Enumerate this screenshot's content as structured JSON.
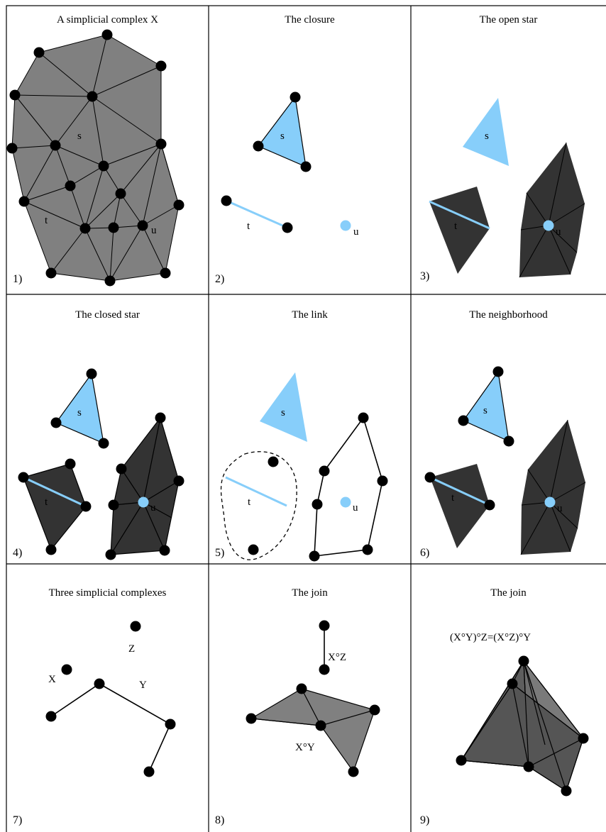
{
  "colors": {
    "gray_fill": "#808080",
    "dark_fill": "#333333",
    "highlight": "#87cefa",
    "vertex": "#000000",
    "grid": "#000000"
  },
  "panels": [
    {
      "number": "1)",
      "title": "A simplicial complex X",
      "labels": {
        "s": "s",
        "t": "t",
        "u": "u"
      }
    },
    {
      "number": "2)",
      "title": "The closure",
      "labels": {
        "s": "s",
        "t": "t",
        "u": "u"
      }
    },
    {
      "number": "3)",
      "title": "The open star",
      "labels": {
        "s": "s",
        "t": "t",
        "u": "u"
      }
    },
    {
      "number": "4)",
      "title": "The closed star",
      "labels": {
        "s": "s",
        "t": "t",
        "u": "u"
      }
    },
    {
      "number": "5)",
      "title": "The link",
      "labels": {
        "s": "s",
        "t": "t",
        "u": "u"
      }
    },
    {
      "number": "6)",
      "title": "The neighborhood",
      "labels": {
        "s": "s",
        "t": "t",
        "u": "u"
      }
    },
    {
      "number": "7)",
      "title": "Three simplicial complexes",
      "labels": {
        "x": "X",
        "y": "Y",
        "z": "Z"
      }
    },
    {
      "number": "8)",
      "title": "The join",
      "labels": {
        "xz": "X°Z",
        "xy": "X°Y"
      }
    },
    {
      "number": "9)",
      "title": "The join",
      "labels": {
        "formula": "(X°Y)°Z=(X°Z)°Y"
      }
    }
  ]
}
